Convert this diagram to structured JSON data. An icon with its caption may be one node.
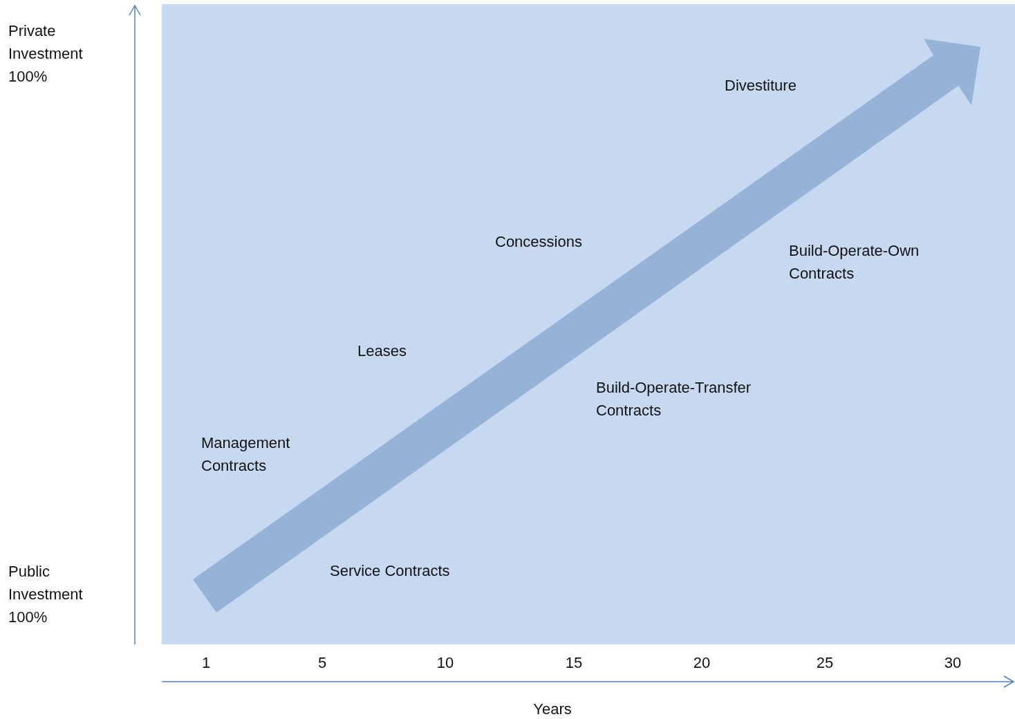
{
  "diagram": {
    "labels": [
      "Private Investment 100%",
      "Divestiture",
      "Concessions",
      "Build-Operate-Own Contracts",
      "Leases",
      "Build-Operate-Transfer Contracts",
      "Management Contracts",
      "Public Investment 100%",
      "Service Contracts",
      "1",
      "5",
      "10",
      "15",
      "20",
      "25",
      "30",
      "Years"
    ]
  }
}
